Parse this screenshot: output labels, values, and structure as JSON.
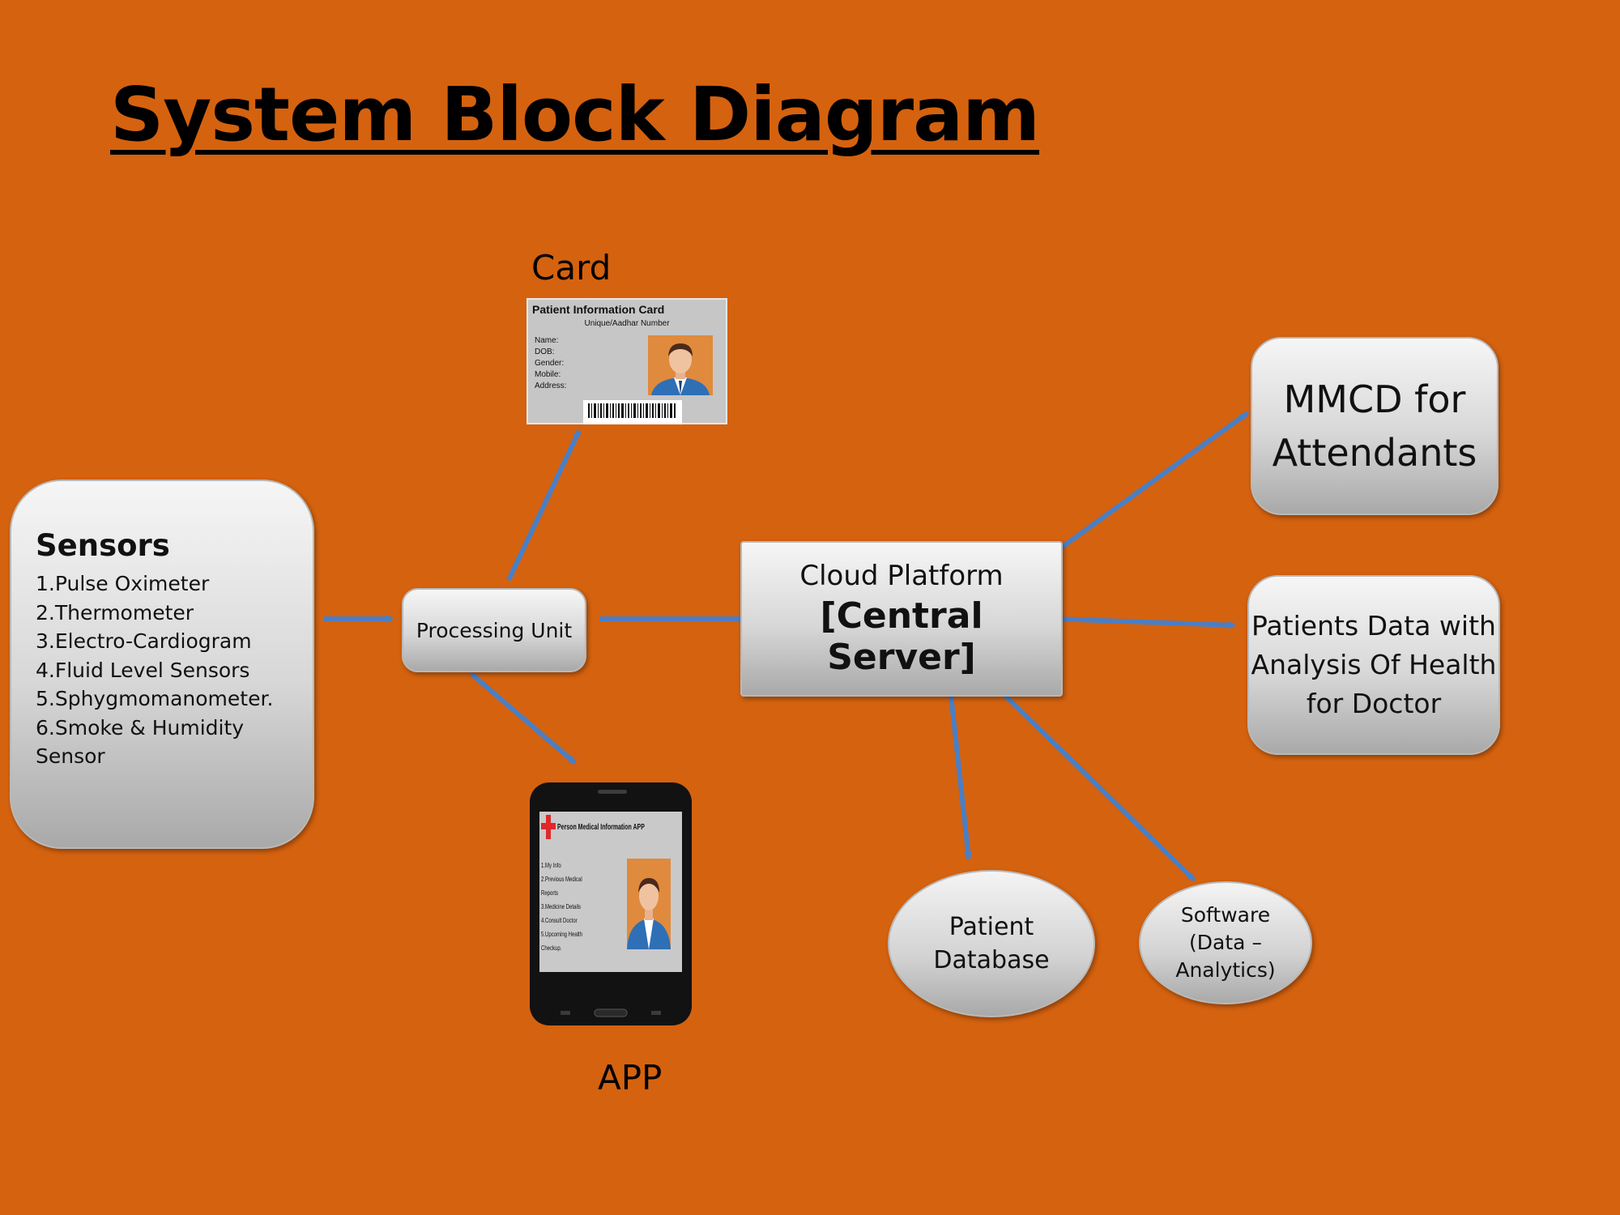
{
  "title": "System Block Diagram",
  "sensors": {
    "heading": "Sensors",
    "items": [
      "1.Pulse Oximeter",
      "2.Thermometer",
      "3.Electro-Cardiogram",
      "4.Fluid Level Sensors",
      "5.Sphygmomanometer.",
      "6.Smoke & Humidity Sensor"
    ]
  },
  "processing_unit": "Processing Unit",
  "cloud": {
    "line1": "Cloud Platform",
    "line2": "[Central Server]"
  },
  "mmcd": "MMCD for Attendants",
  "patients_data": "Patients Data with Analysis Of Health for Doctor",
  "patient_database": "Patient Database",
  "software": "Software (Data – Analytics)",
  "card": {
    "label": "Card",
    "title": "Patient Information Card",
    "subtitle": "Unique/Aadhar Number",
    "fields": [
      "Name:",
      "DOB:",
      "Gender:",
      "Mobile:",
      "Address:"
    ]
  },
  "app": {
    "label": "APP",
    "title": "Person Medical Information APP",
    "menu": [
      "1.My Info",
      "2.Previous Medical",
      "Reports",
      "3.Medicine Details",
      "4.Consult Doctor",
      "5.Upcoming Health",
      "Checkup."
    ]
  },
  "colors": {
    "background": "#d5620f",
    "arrow": "#4a7fc5",
    "box_top": "#f6f6f6",
    "box_bottom": "#a9a9a9"
  }
}
